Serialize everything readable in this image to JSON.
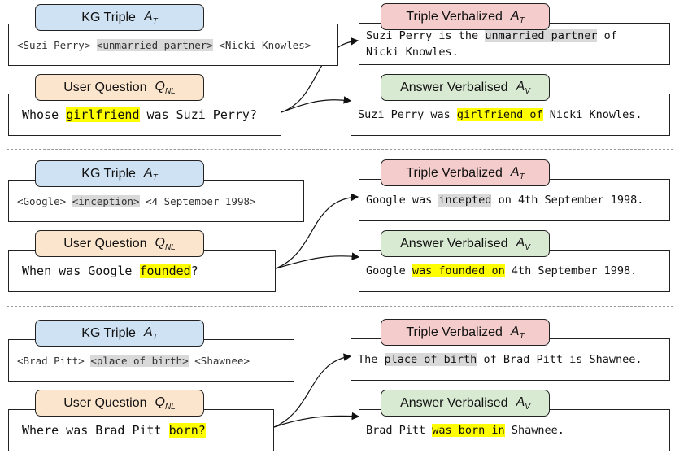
{
  "labels": {
    "kg_triple": "KG Triple",
    "kg_sym": "A",
    "kg_sub": "T",
    "user_question": "User Question",
    "uq_sym": "Q",
    "uq_sub": "NL",
    "triple_verbalized": "Triple Verbalized",
    "tv_sym": "A",
    "tv_sub": "T",
    "answer_verbalised": "Answer Verbalised",
    "av_sym": "A",
    "av_sub": "V"
  },
  "examples": [
    {
      "kg": {
        "subject": "<Suzi Perry>",
        "relation": "<unmarried partner>",
        "object": "<Nicki Knowles>"
      },
      "question": {
        "pre": "Whose ",
        "hl": "girlfriend",
        "post": " was Suzi Perry?"
      },
      "triple_verbalized": {
        "line1_pre": "Suzi Perry is the ",
        "line1_hl": "unmarried partner",
        "line1_post": " of",
        "line2": "Nicki Knowles."
      },
      "answer_verbalised": {
        "pre": "Suzi Perry was ",
        "hl": "girlfriend of",
        "post": " Nicki Knowles."
      }
    },
    {
      "kg": {
        "subject": "<Google>",
        "relation": "<inception>",
        "object": "<4 September 1998>"
      },
      "question": {
        "pre": "When was Google ",
        "hl": "founded",
        "post": "?"
      },
      "triple_verbalized": {
        "pre": "Google was ",
        "hl": "incepted",
        "post": " on 4th September 1998."
      },
      "answer_verbalised": {
        "pre": "Google ",
        "hl": "was founded on",
        "post": " 4th September 1998."
      }
    },
    {
      "kg": {
        "subject": "<Brad Pitt>",
        "relation": "<place of birth>",
        "object": "<Shawnee>"
      },
      "question": {
        "pre": "Where was Brad Pitt ",
        "hl": "born?",
        "post": ""
      },
      "triple_verbalized": {
        "pre": "The ",
        "hl": "place of birth",
        "post": " of Brad Pitt is Shawnee."
      },
      "answer_verbalised": {
        "pre": "Brad Pitt ",
        "hl": "was born in",
        "post": " Shawnee."
      }
    }
  ]
}
